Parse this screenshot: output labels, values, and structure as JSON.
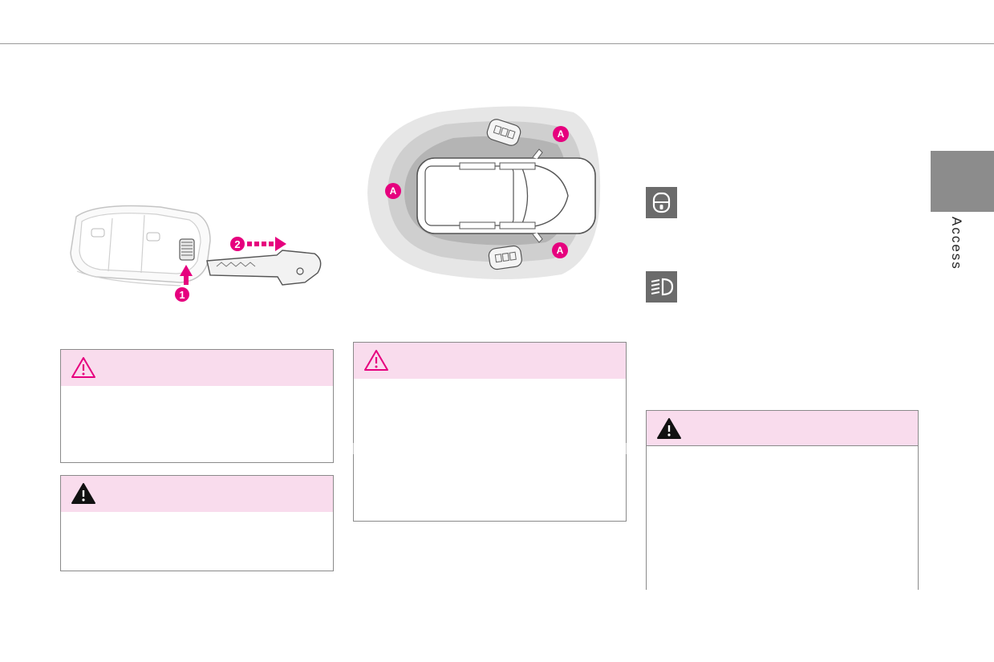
{
  "page": {
    "side_tab_label": "Access"
  },
  "illustrations": {
    "key_removal": {
      "callouts": [
        "1",
        "2"
      ]
    },
    "detection_zone": {
      "callouts": [
        "A",
        "A",
        "A"
      ]
    }
  },
  "icons": {
    "lock_button": "padlock-icon",
    "headlamp": "dipped-beam-icon",
    "caution": "warning-triangle-outline-icon",
    "warning": "warning-triangle-filled-icon"
  },
  "colors": {
    "accent": "#e6007e",
    "box_header": "#f9dced",
    "side_tab": "#8c8c8c",
    "icon_bg": "#6b6b6b"
  }
}
